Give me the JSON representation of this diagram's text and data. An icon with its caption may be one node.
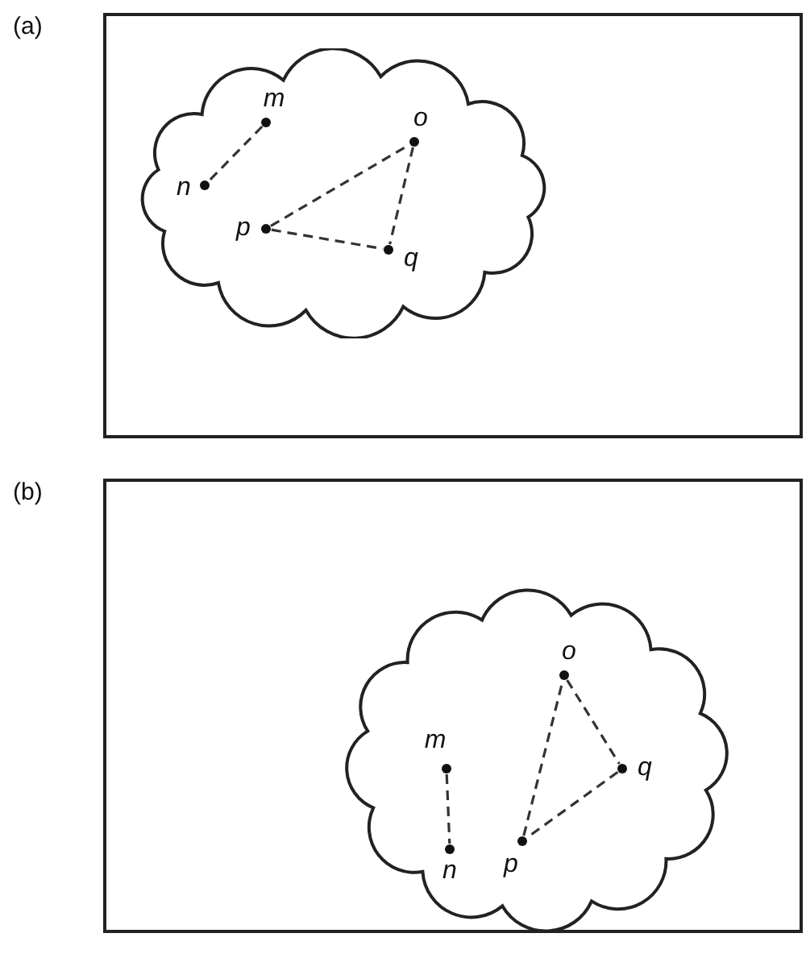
{
  "diagram": {
    "nodes": [
      {
        "text": [
          "(a)"
        ]
      },
      {
        "text": [],
        "shape": "cloud",
        "in": 0
      },
      {
        "text": [
          "m"
        ],
        "in": 1
      },
      {
        "text": [
          "o"
        ],
        "in": 1
      },
      {
        "text": [
          "n"
        ],
        "in": 1
      },
      {
        "text": [
          "p"
        ],
        "in": 1
      },
      {
        "text": [
          "q"
        ],
        "in": 1
      },
      {
        "text": [
          "(b)"
        ]
      },
      {
        "text": [],
        "shape": "cloud",
        "in": 7
      },
      {
        "text": [
          "o"
        ],
        "in": 8
      },
      {
        "text": [
          "m"
        ],
        "in": 8
      },
      {
        "text": [
          "q"
        ],
        "in": 8
      },
      {
        "text": [
          "p"
        ],
        "in": 8
      },
      {
        "text": [
          "n"
        ],
        "in": 8
      }
    ],
    "edges": [
      {
        "from": 2,
        "to": 4,
        "arrow": "none",
        "style": "dashed"
      },
      {
        "from": 5,
        "to": 3,
        "arrow": "none",
        "style": "dashed"
      },
      {
        "from": 3,
        "to": 6,
        "arrow": "none",
        "style": "dashed"
      },
      {
        "from": 5,
        "to": 6,
        "arrow": "none",
        "style": "dashed"
      },
      {
        "from": 10,
        "to": 13,
        "arrow": "none",
        "style": "dashed"
      },
      {
        "from": 9,
        "to": 11,
        "arrow": "none",
        "style": "dashed"
      },
      {
        "from": 11,
        "to": 12,
        "arrow": "none",
        "style": "dashed"
      },
      {
        "from": 12,
        "to": 9,
        "arrow": "none",
        "style": "dashed"
      }
    ]
  }
}
